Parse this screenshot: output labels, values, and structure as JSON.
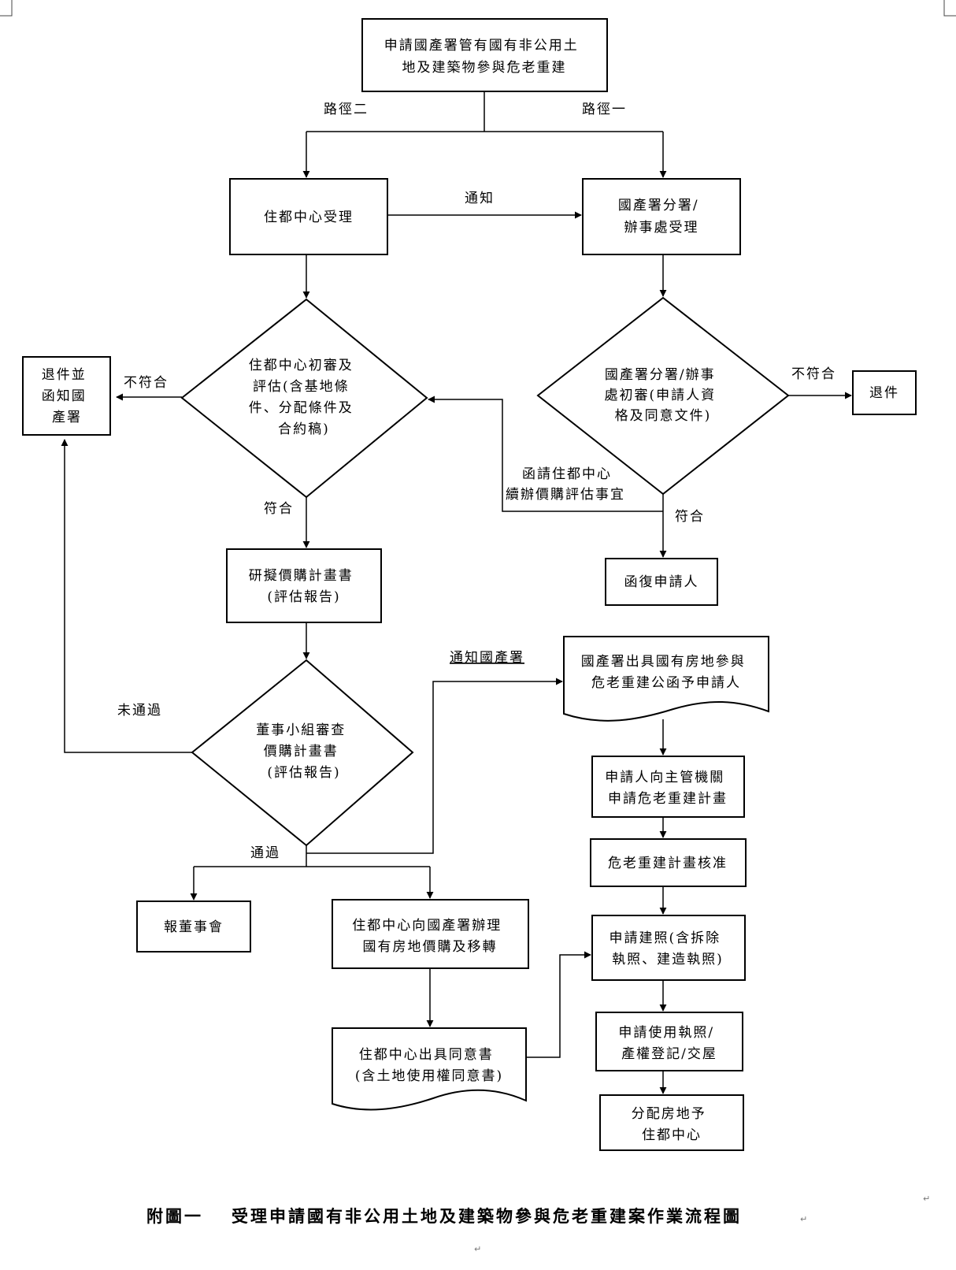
{
  "nodes": {
    "start": [
      "申請國產署管有國有非公用土",
      "地及建築物參與危老重建"
    ],
    "hd_center_accept": [
      "住都中心受理"
    ],
    "nprd_branch_accept": [
      "國產署分署/",
      "辦事處受理"
    ],
    "hd_center_review": [
      "住都中心初審及",
      "評估(含基地條",
      "件、分配條件及",
      "合約稿)"
    ],
    "return_notify": [
      "退件並",
      "函知國",
      "產署"
    ],
    "nprd_review": [
      "國產署分署/辦事",
      "處初審(申請人資",
      "格及同意文件)"
    ],
    "return": [
      "退件"
    ],
    "reply_applicant": [
      "函復申請人"
    ],
    "draft_plan": [
      "研擬價購計畫書",
      "(評估報告)"
    ],
    "board_review": [
      "董事小組審查",
      "價購計畫書",
      "(評估報告)"
    ],
    "nprd_issue_letter": [
      "國產署出具國有房地參與",
      "危老重建公函予申請人"
    ],
    "apply_authority": [
      "申請人向主管機關",
      "申請危老重建計畫"
    ],
    "plan_approved": [
      "危老重建計畫核准"
    ],
    "apply_permit": [
      "申請建照(含拆除",
      "執照、建造執照)"
    ],
    "apply_use_permit": [
      "申請使用執照/",
      "產權登記/交屋"
    ],
    "allocate": [
      "分配房地予",
      "住都中心"
    ],
    "report_board": [
      "報董事會"
    ],
    "hd_purchase": [
      "住都中心向國產署辦理",
      "國有房地價購及移轉"
    ],
    "hd_consent": [
      "住都中心出具同意書",
      "(含土地使用權同意書)"
    ]
  },
  "edge_labels": {
    "path_two": "路徑二",
    "path_one": "路徑一",
    "notify": "通知",
    "not_match_left": "不符合",
    "not_match_right": "不符合",
    "match_left": "符合",
    "match_right": "符合",
    "request_hd_line1": "函請住都中心",
    "request_hd_line2": "續辦價購評估事宜",
    "notify_nprd": "通知國產署",
    "not_passed": "未通過",
    "passed": "通過"
  },
  "caption": {
    "label": "附圖一",
    "title": "受理申請國有非公用土地及建築物參與危老重建案作業流程圖"
  },
  "format_marks": {
    "paragraph_mark": "↵"
  }
}
